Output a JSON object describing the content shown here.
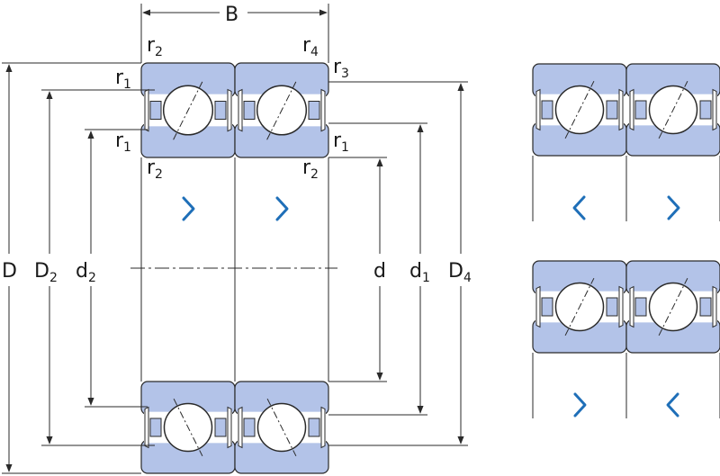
{
  "labels": {
    "B": "B",
    "D": "D",
    "D2": {
      "main": "D",
      "sub": "2"
    },
    "d2": {
      "main": "d",
      "sub": "2"
    },
    "d": "d",
    "d1": {
      "main": "d",
      "sub": "1"
    },
    "D4": {
      "main": "D",
      "sub": "4"
    },
    "r1": {
      "main": "r",
      "sub": "1"
    },
    "r2": {
      "main": "r",
      "sub": "2"
    },
    "r3": {
      "main": "r",
      "sub": "3"
    },
    "r4": {
      "main": "r",
      "sub": "4"
    }
  },
  "colors": {
    "ring_fill": "#b3c3e8",
    "ring_stroke": "#2a2a2a",
    "line": "#2a2a2a",
    "arrow_blue": "#1f6fb8"
  },
  "arrangements": {
    "main": [
      "right",
      "right"
    ],
    "back_to_back": [
      "left",
      "right"
    ],
    "face_to_face": [
      "right",
      "left"
    ]
  }
}
